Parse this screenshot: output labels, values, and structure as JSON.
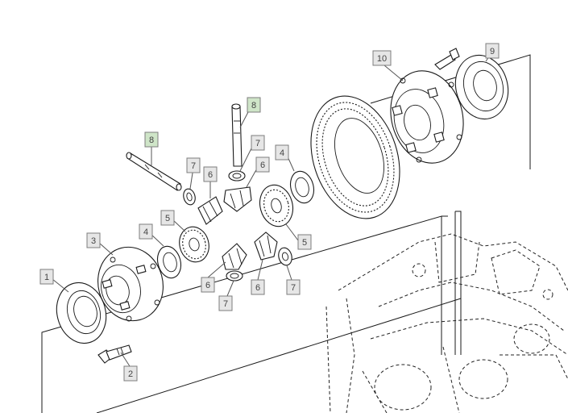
{
  "colors": {
    "callout_fill": "#e6e6e6",
    "callout_highlight_fill": "#cfe5c8",
    "callout_border": "#7d7d7d",
    "line": "#1a1a1a"
  },
  "callouts": [
    {
      "id": "c1",
      "label": "1",
      "highlight": false
    },
    {
      "id": "c2",
      "label": "2",
      "highlight": false
    },
    {
      "id": "c3",
      "label": "3",
      "highlight": false
    },
    {
      "id": "c4a",
      "label": "4",
      "highlight": false
    },
    {
      "id": "c4b",
      "label": "4",
      "highlight": false
    },
    {
      "id": "c5a",
      "label": "5",
      "highlight": false
    },
    {
      "id": "c5b",
      "label": "5",
      "highlight": false
    },
    {
      "id": "c6a",
      "label": "6",
      "highlight": false
    },
    {
      "id": "c6b",
      "label": "6",
      "highlight": false
    },
    {
      "id": "c6c",
      "label": "6",
      "highlight": false
    },
    {
      "id": "c6d",
      "label": "6",
      "highlight": false
    },
    {
      "id": "c7a",
      "label": "7",
      "highlight": false
    },
    {
      "id": "c7b",
      "label": "7",
      "highlight": false
    },
    {
      "id": "c7c",
      "label": "7",
      "highlight": false
    },
    {
      "id": "c7d",
      "label": "7",
      "highlight": false
    },
    {
      "id": "c8a",
      "label": "8",
      "highlight": true
    },
    {
      "id": "c8b",
      "label": "8",
      "highlight": true
    },
    {
      "id": "c9",
      "label": "9",
      "highlight": false
    },
    {
      "id": "c10",
      "label": "10",
      "highlight": false
    }
  ]
}
